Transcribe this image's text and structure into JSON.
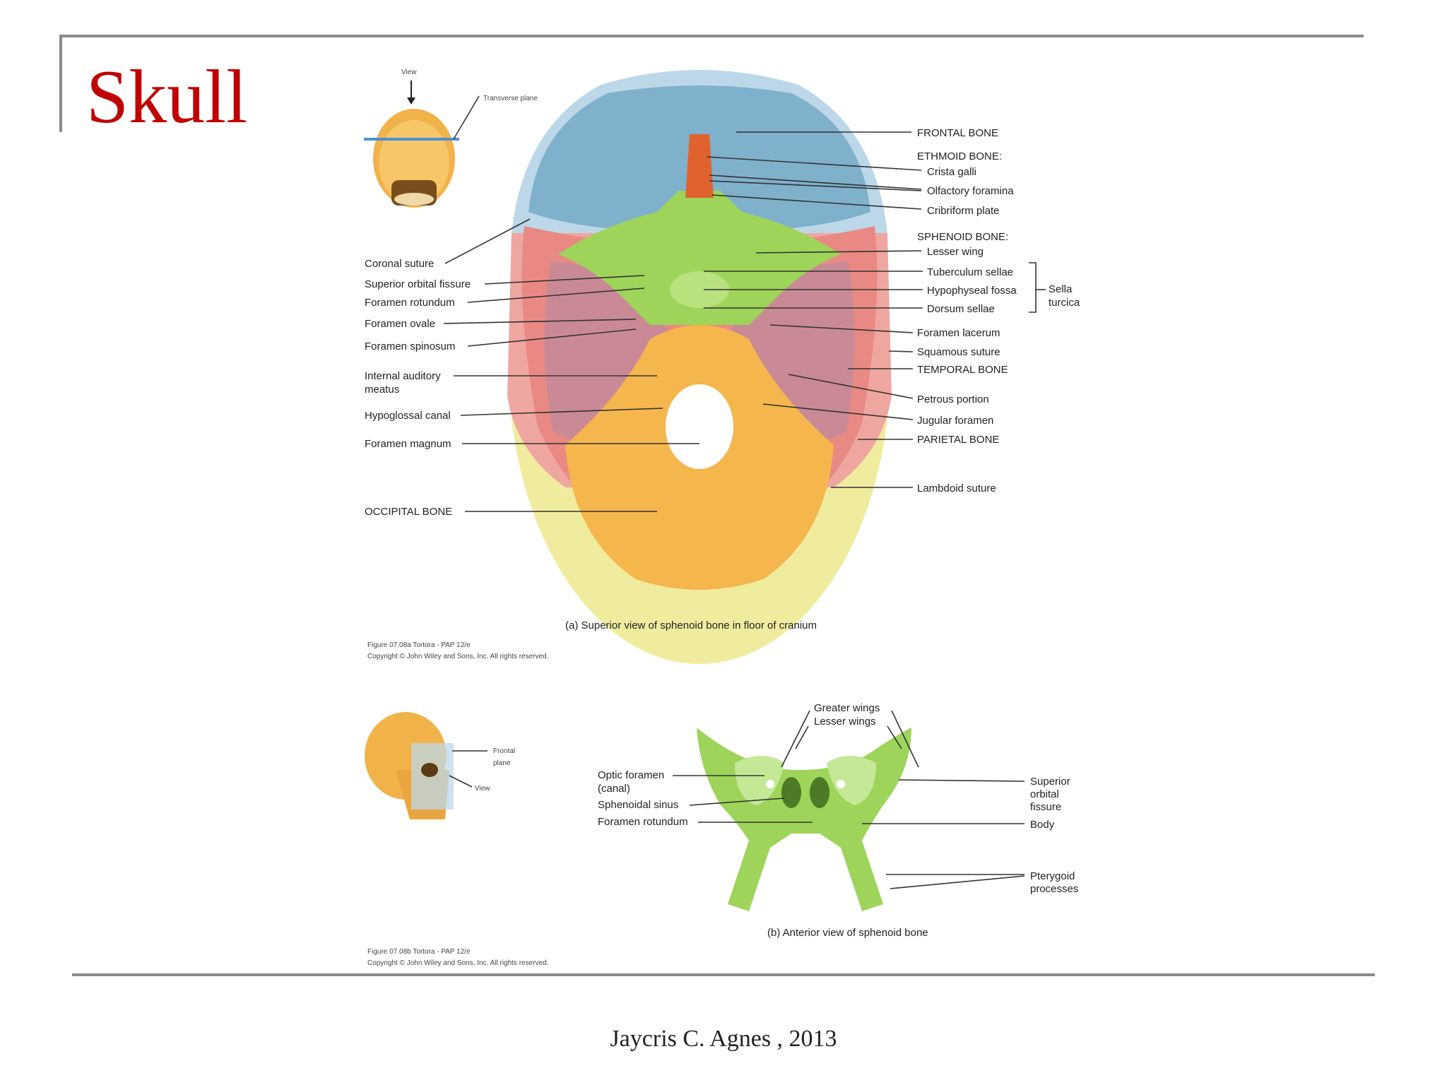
{
  "slide": {
    "title": "Skull",
    "footer": "Jaycris C. Agnes , 2013"
  },
  "colors": {
    "title": "#c00000",
    "frontal": "#7fb0cc",
    "sphenoid": "#9ed45a",
    "temporal": "#c98a96",
    "parietal": "#e98984",
    "occipital": "#f5b64e",
    "ethmoid": "#e0622e"
  },
  "figure_a": {
    "orientation": {
      "view": "View",
      "plane": "Transverse plane"
    },
    "left_labels": {
      "coronal": "Coronal suture",
      "sup_orbital": "Superior orbital fissure",
      "rotundum": "Foramen rotundum",
      "ovale": "Foramen ovale",
      "spinosum": "Foramen spinosum",
      "auditory_1": "Internal auditory",
      "auditory_2": "meatus",
      "hypoglossal": "Hypoglossal canal",
      "magnum": "Foramen magnum",
      "occipital": "OCCIPITAL BONE"
    },
    "right_labels": {
      "frontal": "FRONTAL BONE",
      "ethmoid": "ETHMOID BONE:",
      "crista": "Crista galli",
      "olfactory": "Olfactory foramina",
      "cribriform": "Cribriform plate",
      "sphenoid": "SPHENOID BONE:",
      "lesser_wing": "Lesser wing",
      "tuberculum": "Tuberculum sellae",
      "hypophyseal": "Hypophyseal fossa",
      "dorsum": "Dorsum sellae",
      "sella_1": "Sella",
      "sella_2": "turcica",
      "lacerum": "Foramen lacerum",
      "squamous": "Squamous suture",
      "temporal": "TEMPORAL BONE",
      "petrous": "Petrous portion",
      "jugular": "Jugular foramen",
      "parietal": "PARIETAL BONE",
      "lambdoid": "Lambdoid suture"
    },
    "caption": "(a) Superior view of sphenoid bone in floor of cranium",
    "credit_1": "Figure 07.08a  Tortora - PAP 12/e",
    "credit_2": "Copyright © John Wiley and Sons, Inc. All rights reserved."
  },
  "figure_b": {
    "orientation": {
      "plane_1": "Frontal",
      "plane_2": "plane",
      "view": "View"
    },
    "labels": {
      "greater_wings": "Greater wings",
      "lesser_wings": "Lesser wings",
      "optic_1": "Optic foramen",
      "optic_2": "(canal)",
      "sinus": "Sphenoidal sinus",
      "rotundum": "Foramen rotundum",
      "sup_orb_1": "Superior",
      "sup_orb_2": "orbital",
      "sup_orb_3": "fissure",
      "body": "Body",
      "pterygoid_1": "Pterygoid",
      "pterygoid_2": "processes"
    },
    "caption": "(b) Anterior view of sphenoid bone",
    "credit_1": "Figure 07.08b  Tortora - PAP 12/e",
    "credit_2": "Copyright © John Wiley and Sons, Inc. All rights reserved."
  }
}
